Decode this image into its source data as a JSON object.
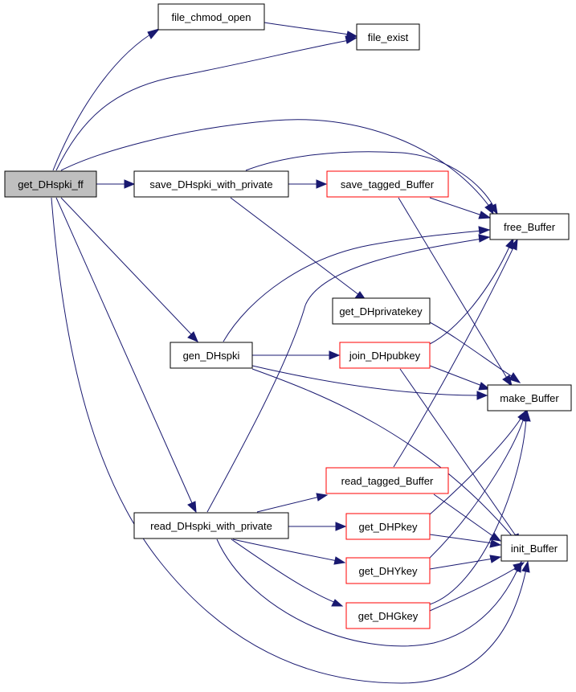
{
  "colors": {
    "root_fill": "#bfbfbf",
    "node_fill": "#ffffff",
    "border_default": "#000000",
    "border_red": "#ff0000",
    "edge": "#191970"
  },
  "nodes": {
    "get_dhspki_ff": "get_DHspki_ff",
    "file_chmod_open": "file_chmod_open",
    "file_exist": "file_exist",
    "save_dhspki_with_private": "save_DHspki_with_private",
    "save_tagged_buffer": "save_tagged_Buffer",
    "free_buffer": "free_Buffer",
    "get_dhprivatekey": "get_DHprivatekey",
    "gen_dhspki": "gen_DHspki",
    "join_dhpubkey": "join_DHpubkey",
    "make_buffer": "make_Buffer",
    "read_tagged_buffer": "read_tagged_Buffer",
    "read_dhspki_with_private": "read_DHspki_with_private",
    "get_dhpkey": "get_DHPkey",
    "init_buffer": "init_Buffer",
    "get_dhykey": "get_DHYkey",
    "get_dhgkey": "get_DHGkey"
  }
}
